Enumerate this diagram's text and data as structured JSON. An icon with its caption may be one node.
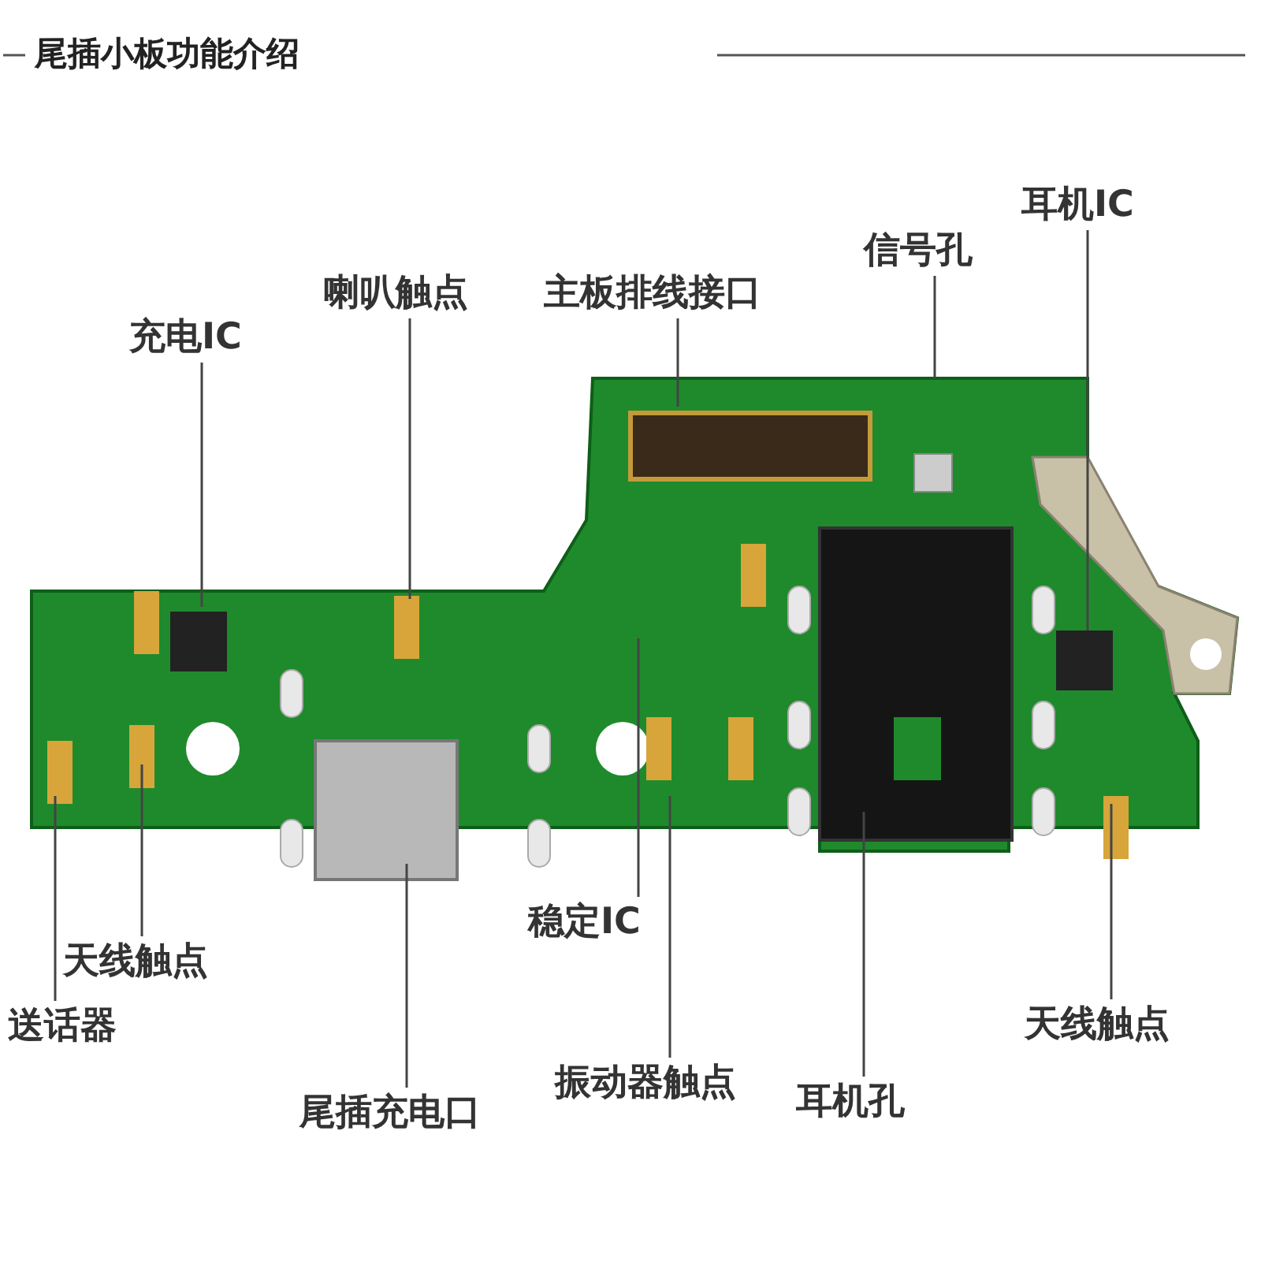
{
  "diagram": {
    "title": "尾插小板功能介绍",
    "nodes": [
      {
        "text": [
          "充电IC"
        ]
      },
      {
        "text": [
          "喇叭触点"
        ]
      },
      {
        "text": [
          "主板排线接口"
        ]
      },
      {
        "text": [
          "信号孔"
        ]
      },
      {
        "text": [
          "耳机IC"
        ]
      },
      {
        "text": [
          "天线触点"
        ]
      },
      {
        "text": [
          "送话器"
        ]
      },
      {
        "text": [
          "尾插充电口"
        ]
      },
      {
        "text": [
          "稳定IC"
        ]
      },
      {
        "text": [
          "振动器触点"
        ]
      },
      {
        "text": [
          "耳机孔"
        ]
      },
      {
        "text": [
          "天线触点"
        ]
      }
    ],
    "edges": [
      {
        "from": 0,
        "to": null,
        "arrow": "none"
      },
      {
        "from": 1,
        "to": null,
        "arrow": "none"
      },
      {
        "from": 2,
        "to": null,
        "arrow": "none"
      },
      {
        "from": 3,
        "to": null,
        "arrow": "none"
      },
      {
        "from": 4,
        "to": null,
        "arrow": "none"
      },
      {
        "from": 5,
        "to": null,
        "arrow": "none"
      },
      {
        "from": 6,
        "to": null,
        "arrow": "none"
      },
      {
        "from": 7,
        "to": null,
        "arrow": "none"
      },
      {
        "from": 8,
        "to": null,
        "arrow": "none"
      },
      {
        "from": 9,
        "to": null,
        "arrow": "none"
      },
      {
        "from": 10,
        "to": null,
        "arrow": "none"
      },
      {
        "from": 11,
        "to": null,
        "arrow": "none"
      }
    ]
  }
}
